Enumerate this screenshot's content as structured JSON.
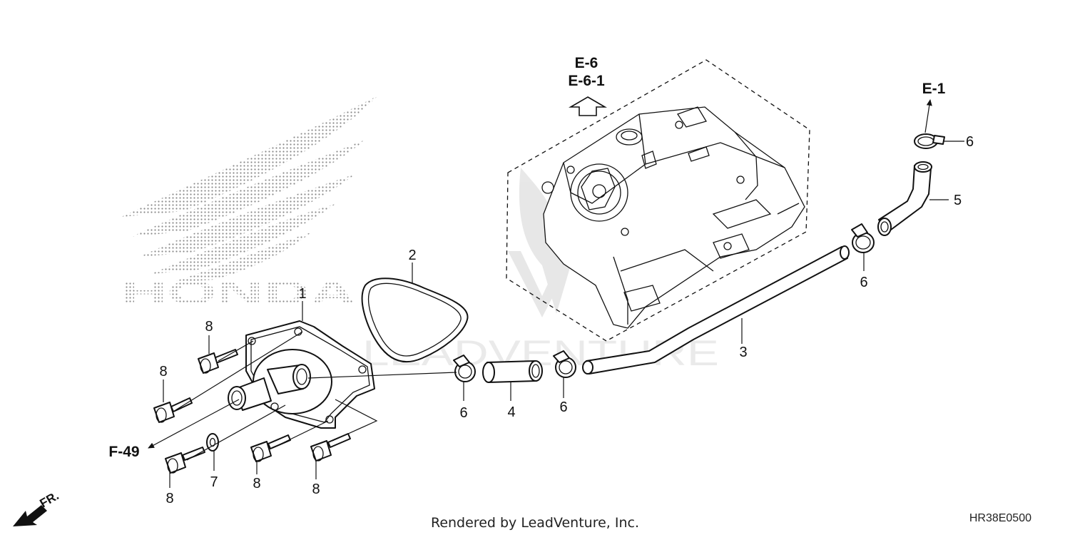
{
  "labels": {
    "cover": "1",
    "o_ring": "2",
    "long_hose": "3",
    "short_hose": "4",
    "bent_hose": "5",
    "clamp": "6",
    "washer": "7",
    "bolt": "8"
  },
  "references": {
    "engine_primary": "E-6",
    "engine_secondary": "E-6-1",
    "outlet": "E-1",
    "frame": "F-49"
  },
  "direction": "FR.",
  "footer": "Rendered by LeadVenture, Inc.",
  "diagram_code": "HR38E0500",
  "watermark": {
    "brand": "HONDA",
    "company": "LEADVENTURE"
  }
}
